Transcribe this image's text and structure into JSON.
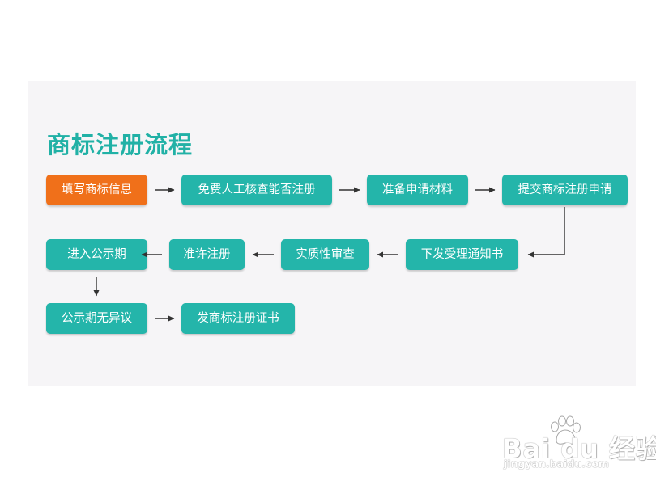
{
  "title": "商标注册流程",
  "steps": [
    {
      "label": "填写商标信息",
      "highlight": true
    },
    {
      "label": "免费人工核查能否注册"
    },
    {
      "label": "准备申请材料"
    },
    {
      "label": "提交商标注册申请"
    },
    {
      "label": "下发受理通知书"
    },
    {
      "label": "实质性审查"
    },
    {
      "label": "准许注册"
    },
    {
      "label": "进入公示期"
    },
    {
      "label": "公示期无异议"
    },
    {
      "label": "发商标注册证书"
    }
  ],
  "colors": {
    "title": "#21b1a6",
    "step": "#24b5aa",
    "highlight": "#f0701a",
    "arrow": "#333333"
  },
  "watermark": {
    "brand": "Bai du 经验",
    "url": "jingyan.baidu.com"
  }
}
